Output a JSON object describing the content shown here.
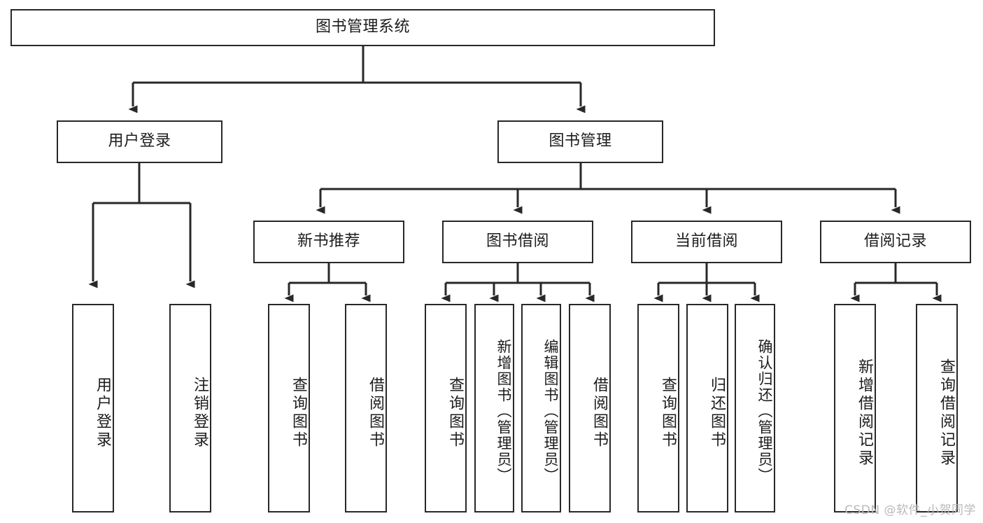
{
  "diagram": {
    "title": "图书管理系统",
    "type": "tree-hierarchy",
    "watermark": "CSDN @软件_小贺同学",
    "colors": {
      "node_border": "#282828",
      "node_fill": "#ffffff",
      "connector": "#282828",
      "text": "#1c1c1c",
      "watermark": "#b9b9b9",
      "background": "#ffffff"
    },
    "root": {
      "label": "图书管理系统"
    },
    "level2": [
      {
        "label": "用户登录"
      },
      {
        "label": "图书管理"
      }
    ],
    "level3": [
      {
        "label": "新书推荐"
      },
      {
        "label": "图书借阅"
      },
      {
        "label": "当前借阅"
      },
      {
        "label": "借阅记录"
      }
    ],
    "leaves": {
      "user_login": [
        {
          "label": "用户登录"
        },
        {
          "label": "注销登录"
        }
      ],
      "new_book_recommend": [
        {
          "label": "查询图书"
        },
        {
          "label": "借阅图书"
        }
      ],
      "book_borrow": [
        {
          "label": "查询图书"
        },
        {
          "label": "新增图书（管理员）"
        },
        {
          "label": "编辑图书（管理员）"
        },
        {
          "label": "借阅图书"
        }
      ],
      "current_borrow": [
        {
          "label": "查询图书"
        },
        {
          "label": "归还图书"
        },
        {
          "label": "确认归还（管理员）"
        }
      ],
      "borrow_record": [
        {
          "label": "新增借阅记录"
        },
        {
          "label": "查询借阅记录"
        }
      ]
    }
  }
}
